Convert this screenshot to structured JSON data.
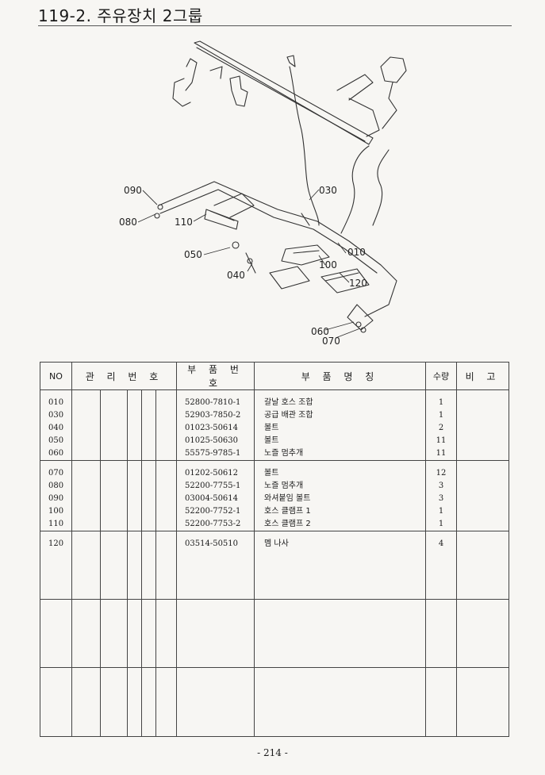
{
  "page": {
    "title": "119-2. 주유장치 2그룹",
    "page_number": "- 214 -"
  },
  "diagram": {
    "callouts": [
      "090",
      "080",
      "110",
      "050",
      "040",
      "030",
      "010",
      "100",
      "120",
      "060",
      "070"
    ]
  },
  "table": {
    "headers": {
      "no": "NO",
      "control_no": "관 리 번 호",
      "part_no": "부 품 번 호",
      "part_name": "부 품 명 칭",
      "qty": "수량",
      "remarks": "비 고"
    },
    "groups": [
      {
        "rows": [
          {
            "no": "010",
            "part_no": "52800-7810-1",
            "name": "갈날 호스 조합",
            "qty": "1"
          },
          {
            "no": "030",
            "part_no": "52903-7850-2",
            "name": "공급 배관 조합",
            "qty": "1"
          },
          {
            "no": "040",
            "part_no": "01023-50614",
            "name": "볼트",
            "qty": "2"
          },
          {
            "no": "050",
            "part_no": "01025-50630",
            "name": "볼트",
            "qty": "11"
          },
          {
            "no": "060",
            "part_no": "55575-9785-1",
            "name": "노즐 멈추개",
            "qty": "11"
          }
        ]
      },
      {
        "rows": [
          {
            "no": "070",
            "part_no": "01202-50612",
            "name": "볼트",
            "qty": "12"
          },
          {
            "no": "080",
            "part_no": "52200-7755-1",
            "name": "노즐 멈추개",
            "qty": "3"
          },
          {
            "no": "090",
            "part_no": "03004-50614",
            "name": "와셔붙임 볼트",
            "qty": "3"
          },
          {
            "no": "100",
            "part_no": "52200-7752-1",
            "name": "호스 클램프 1",
            "qty": "1"
          },
          {
            "no": "110",
            "part_no": "52200-7753-2",
            "name": "호스 클램프 2",
            "qty": "1"
          }
        ]
      },
      {
        "rows": [
          {
            "no": "120",
            "part_no": "03514-50510",
            "name": "멤 나사",
            "qty": "4"
          }
        ]
      }
    ]
  }
}
